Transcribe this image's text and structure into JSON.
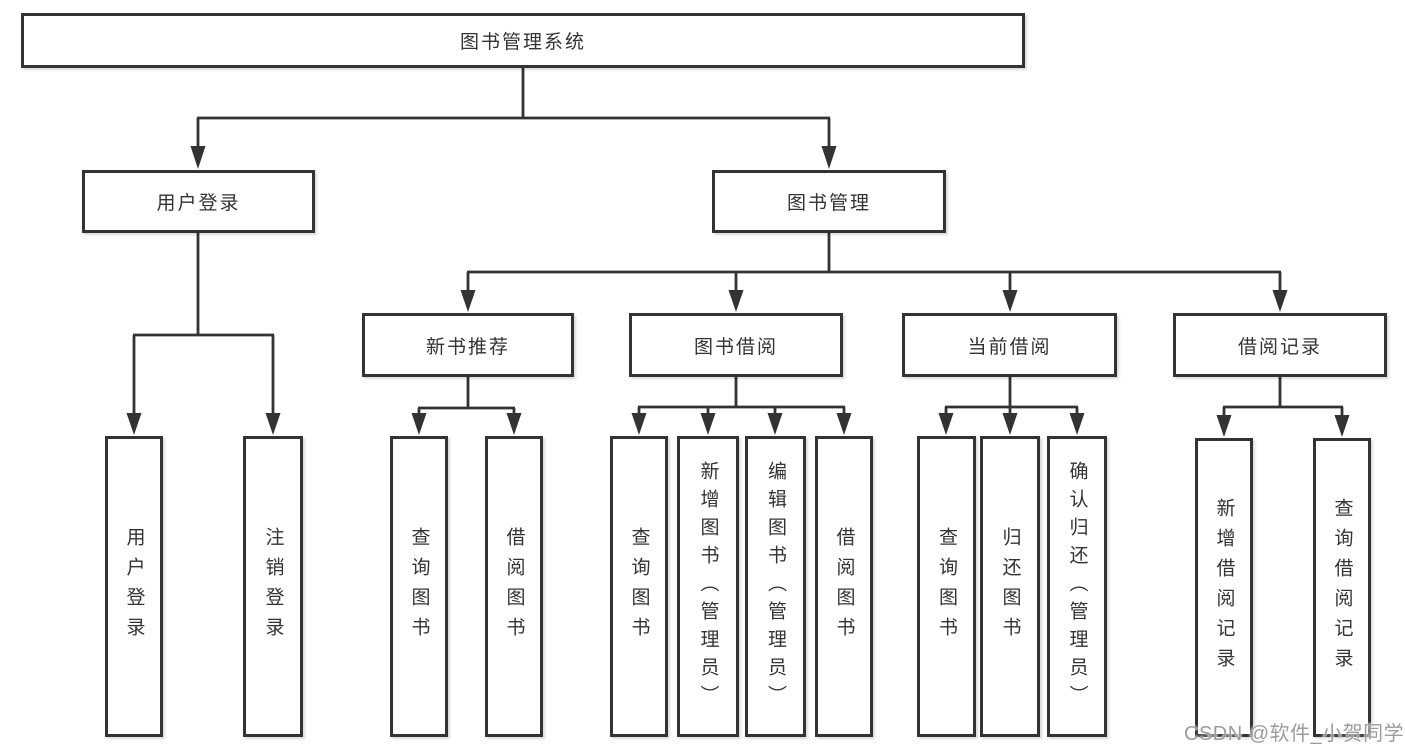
{
  "tree": {
    "root": {
      "label": "图书管理系统"
    },
    "branches": [
      {
        "label": "用户登录",
        "children": [
          {
            "label": "用户登录"
          },
          {
            "label": "注销登录"
          }
        ]
      },
      {
        "label": "图书管理",
        "children": [
          {
            "label": "新书推荐",
            "children": [
              {
                "label": "查询图书"
              },
              {
                "label": "借阅图书"
              }
            ]
          },
          {
            "label": "图书借阅",
            "children": [
              {
                "label": "查询图书"
              },
              {
                "label": "新增图书（管理员）"
              },
              {
                "label": "编辑图书（管理员）"
              },
              {
                "label": "借阅图书"
              }
            ]
          },
          {
            "label": "当前借阅",
            "children": [
              {
                "label": "查询图书"
              },
              {
                "label": "归还图书"
              },
              {
                "label": "确认归还（管理员）"
              }
            ]
          },
          {
            "label": "借阅记录",
            "children": [
              {
                "label": "新增借阅记录"
              },
              {
                "label": "查询借阅记录"
              }
            ]
          }
        ]
      }
    ]
  },
  "watermark": {
    "text": "CSDN @软件_小贺同学"
  },
  "colors": {
    "line": "#333333",
    "box_border": "#333333",
    "box_fill": "#ffffff",
    "text": "#333333",
    "watermark": "#9c9c9c"
  }
}
